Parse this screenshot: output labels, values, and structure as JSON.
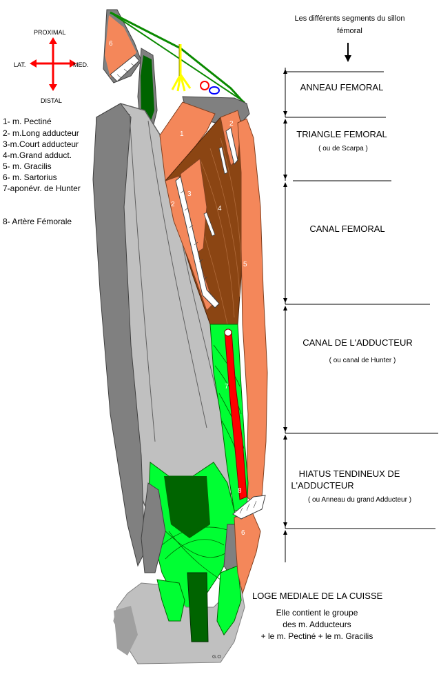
{
  "compass": {
    "proximal": "PROXIMAL",
    "distal": "DISTAL",
    "lateral": "LAT.",
    "medial": "MED."
  },
  "legend": [
    "1- m. Pectiné",
    "2- m.Long adducteur",
    "3-m.Court adducteur",
    "4-m.Grand adduct.",
    "5- m. Gracilis",
    "6- m. Sartorius",
    "7-aponévr. de Hunter",
    "8- Artère Fémorale"
  ],
  "header": {
    "line1": "Les différents segments du sillon",
    "line2": "fémoral"
  },
  "segments": [
    {
      "title": "ANNEAU FEMORAL",
      "title2": "",
      "subtitle": ""
    },
    {
      "title": "TRIANGLE FEMORAL",
      "title2": "",
      "subtitle": "( ou de Scarpa )"
    },
    {
      "title": "CANAL FEMORAL",
      "title2": "",
      "subtitle": ""
    },
    {
      "title": "CANAL DE L'ADDUCTEUR",
      "title2": "",
      "subtitle": "( ou canal de Hunter )"
    },
    {
      "title": "HIATUS TENDINEUX DE",
      "title2": "L'ADDUCTEUR",
      "subtitle": "( ou Anneau du grand Adducteur )"
    }
  ],
  "loge": {
    "title": "LOGE MEDIALE DE LA CUISSE",
    "line1": "Elle contient le groupe",
    "line2": "des m. Adducteurs",
    "line3": "+ le m. Pectiné + le m. Gracilis"
  },
  "numbers": {
    "n1": "1",
    "n2a": "2",
    "n2b": "2",
    "n3": "3",
    "n4": "4",
    "n5": "5",
    "n6a": "6",
    "n6b": "6",
    "n7": "7",
    "n8": "8"
  },
  "signature": "G.O",
  "colors": {
    "bone": "#c0c0c0",
    "dark_gray": "#808080",
    "orange": "#f4875a",
    "brown": "#8b4513",
    "green": "#00ff33",
    "dark_green": "#006400",
    "artery": "#ff0000",
    "vein": "#0000ff",
    "nerve": "#ffff00"
  }
}
